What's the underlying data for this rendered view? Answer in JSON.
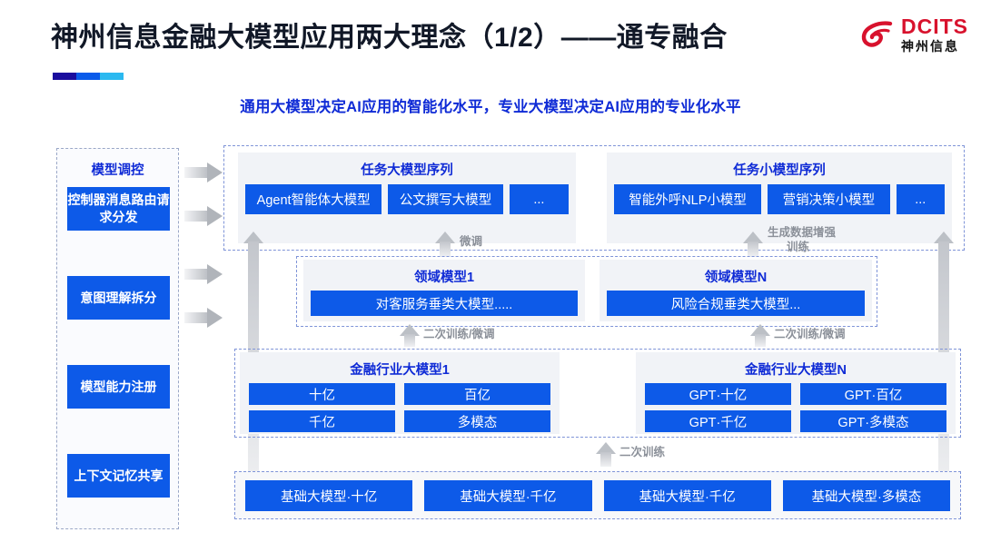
{
  "header": {
    "title": "神州信息金融大模型应用两大理念（1/2）——通专融合",
    "subtitle": "通用大模型决定AI应用的智能化水平，专业大模型决定AI应用的专业化水平",
    "logo_en": "DCITS",
    "logo_cn": "神州信息",
    "accent_colors": {
      "rule_dark": "#1a0d9e",
      "rule_mid": "#0a5bea",
      "rule_light": "#2bb9f0",
      "brand_red": "#d8122d",
      "box_blue": "#0d5ae8",
      "heading_blue": "#0f2bd6"
    }
  },
  "sidebar": {
    "title": "模型调控",
    "items": [
      {
        "label": "控制器消息路由请求分发"
      },
      {
        "label": "意图理解拆分"
      },
      {
        "label": "模型能力注册"
      },
      {
        "label": "上下文记忆共享"
      }
    ]
  },
  "task_big": {
    "title": "任务大模型序列",
    "chips": [
      "Agent智能体大模型",
      "公文撰写大模型",
      "..."
    ]
  },
  "task_small": {
    "title": "任务小模型序列",
    "chips": [
      "智能外呼NLP小模型",
      "营销决策小模型",
      "..."
    ]
  },
  "domain": {
    "left": {
      "title": "领域模型1",
      "bar": "对客服务垂类大模型....."
    },
    "right": {
      "title": "领域模型N",
      "bar": "风险合规垂类大模型..."
    }
  },
  "financial": {
    "left": {
      "title": "金融行业大模型1",
      "cells": [
        "十亿",
        "百亿",
        "千亿",
        "多模态"
      ]
    },
    "right": {
      "title": "金融行业大模型N",
      "cells": [
        "GPT·十亿",
        "GPT·百亿",
        "GPT·千亿",
        "GPT·多模态"
      ]
    }
  },
  "base": {
    "chips": [
      "基础大模型·十亿",
      "基础大模型·千亿",
      "基础大模型·千亿",
      "基础大模型·多模态"
    ]
  },
  "arrow_labels": {
    "fine_tune": "微调",
    "data_aug_line1": "生成数据增强",
    "data_aug_line2": "训练",
    "retrain_ft_left": "二次训练/微调",
    "retrain_ft_right": "二次训练/微调",
    "retrain": "二次训练"
  }
}
